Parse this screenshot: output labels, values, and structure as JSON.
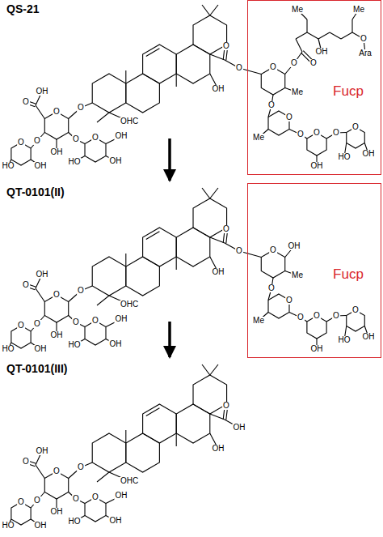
{
  "diagram": {
    "nodes": [
      {
        "text": [
          "QS-21"
        ]
      },
      {
        "text": [
          "Fucp"
        ],
        "in": 0
      },
      {
        "text": [
          "QT-0101(II)"
        ]
      },
      {
        "text": [
          "Fucp"
        ],
        "in": 2
      },
      {
        "text": [
          "QT-0101(III)"
        ]
      }
    ],
    "edges": [
      {
        "from": 0,
        "to": 2,
        "arrow": "to"
      },
      {
        "from": 2,
        "to": 4,
        "arrow": "to"
      }
    ],
    "labels": [
      "O",
      "OHC",
      "OH",
      "O",
      "O",
      "OH",
      "OH",
      "O",
      "O",
      "OH",
      "OH",
      "HO",
      "O",
      "O",
      "HO",
      "OH",
      "O",
      "O",
      "O",
      "O",
      "Me",
      "O",
      "O",
      "Me",
      "O",
      "O",
      "O",
      "O",
      "OH",
      "OH",
      "HO",
      "O",
      "Me",
      "OH",
      "Me",
      "O",
      "Ara",
      "O",
      "OHC",
      "OH",
      "O",
      "O",
      "OH",
      "OH",
      "O",
      "O",
      "OH",
      "OH",
      "HO",
      "O",
      "O",
      "HO",
      "OH",
      "O",
      "O",
      "O",
      "OH",
      "Me",
      "O",
      "O",
      "Me",
      "O",
      "O",
      "O",
      "O",
      "OH",
      "OH",
      "HO",
      "O",
      "OHC",
      "OH",
      "O",
      "O",
      "OH",
      "OH",
      "O",
      "O",
      "OH",
      "OH",
      "HO",
      "O",
      "O",
      "HO",
      "OH",
      "O",
      "OH"
    ]
  }
}
